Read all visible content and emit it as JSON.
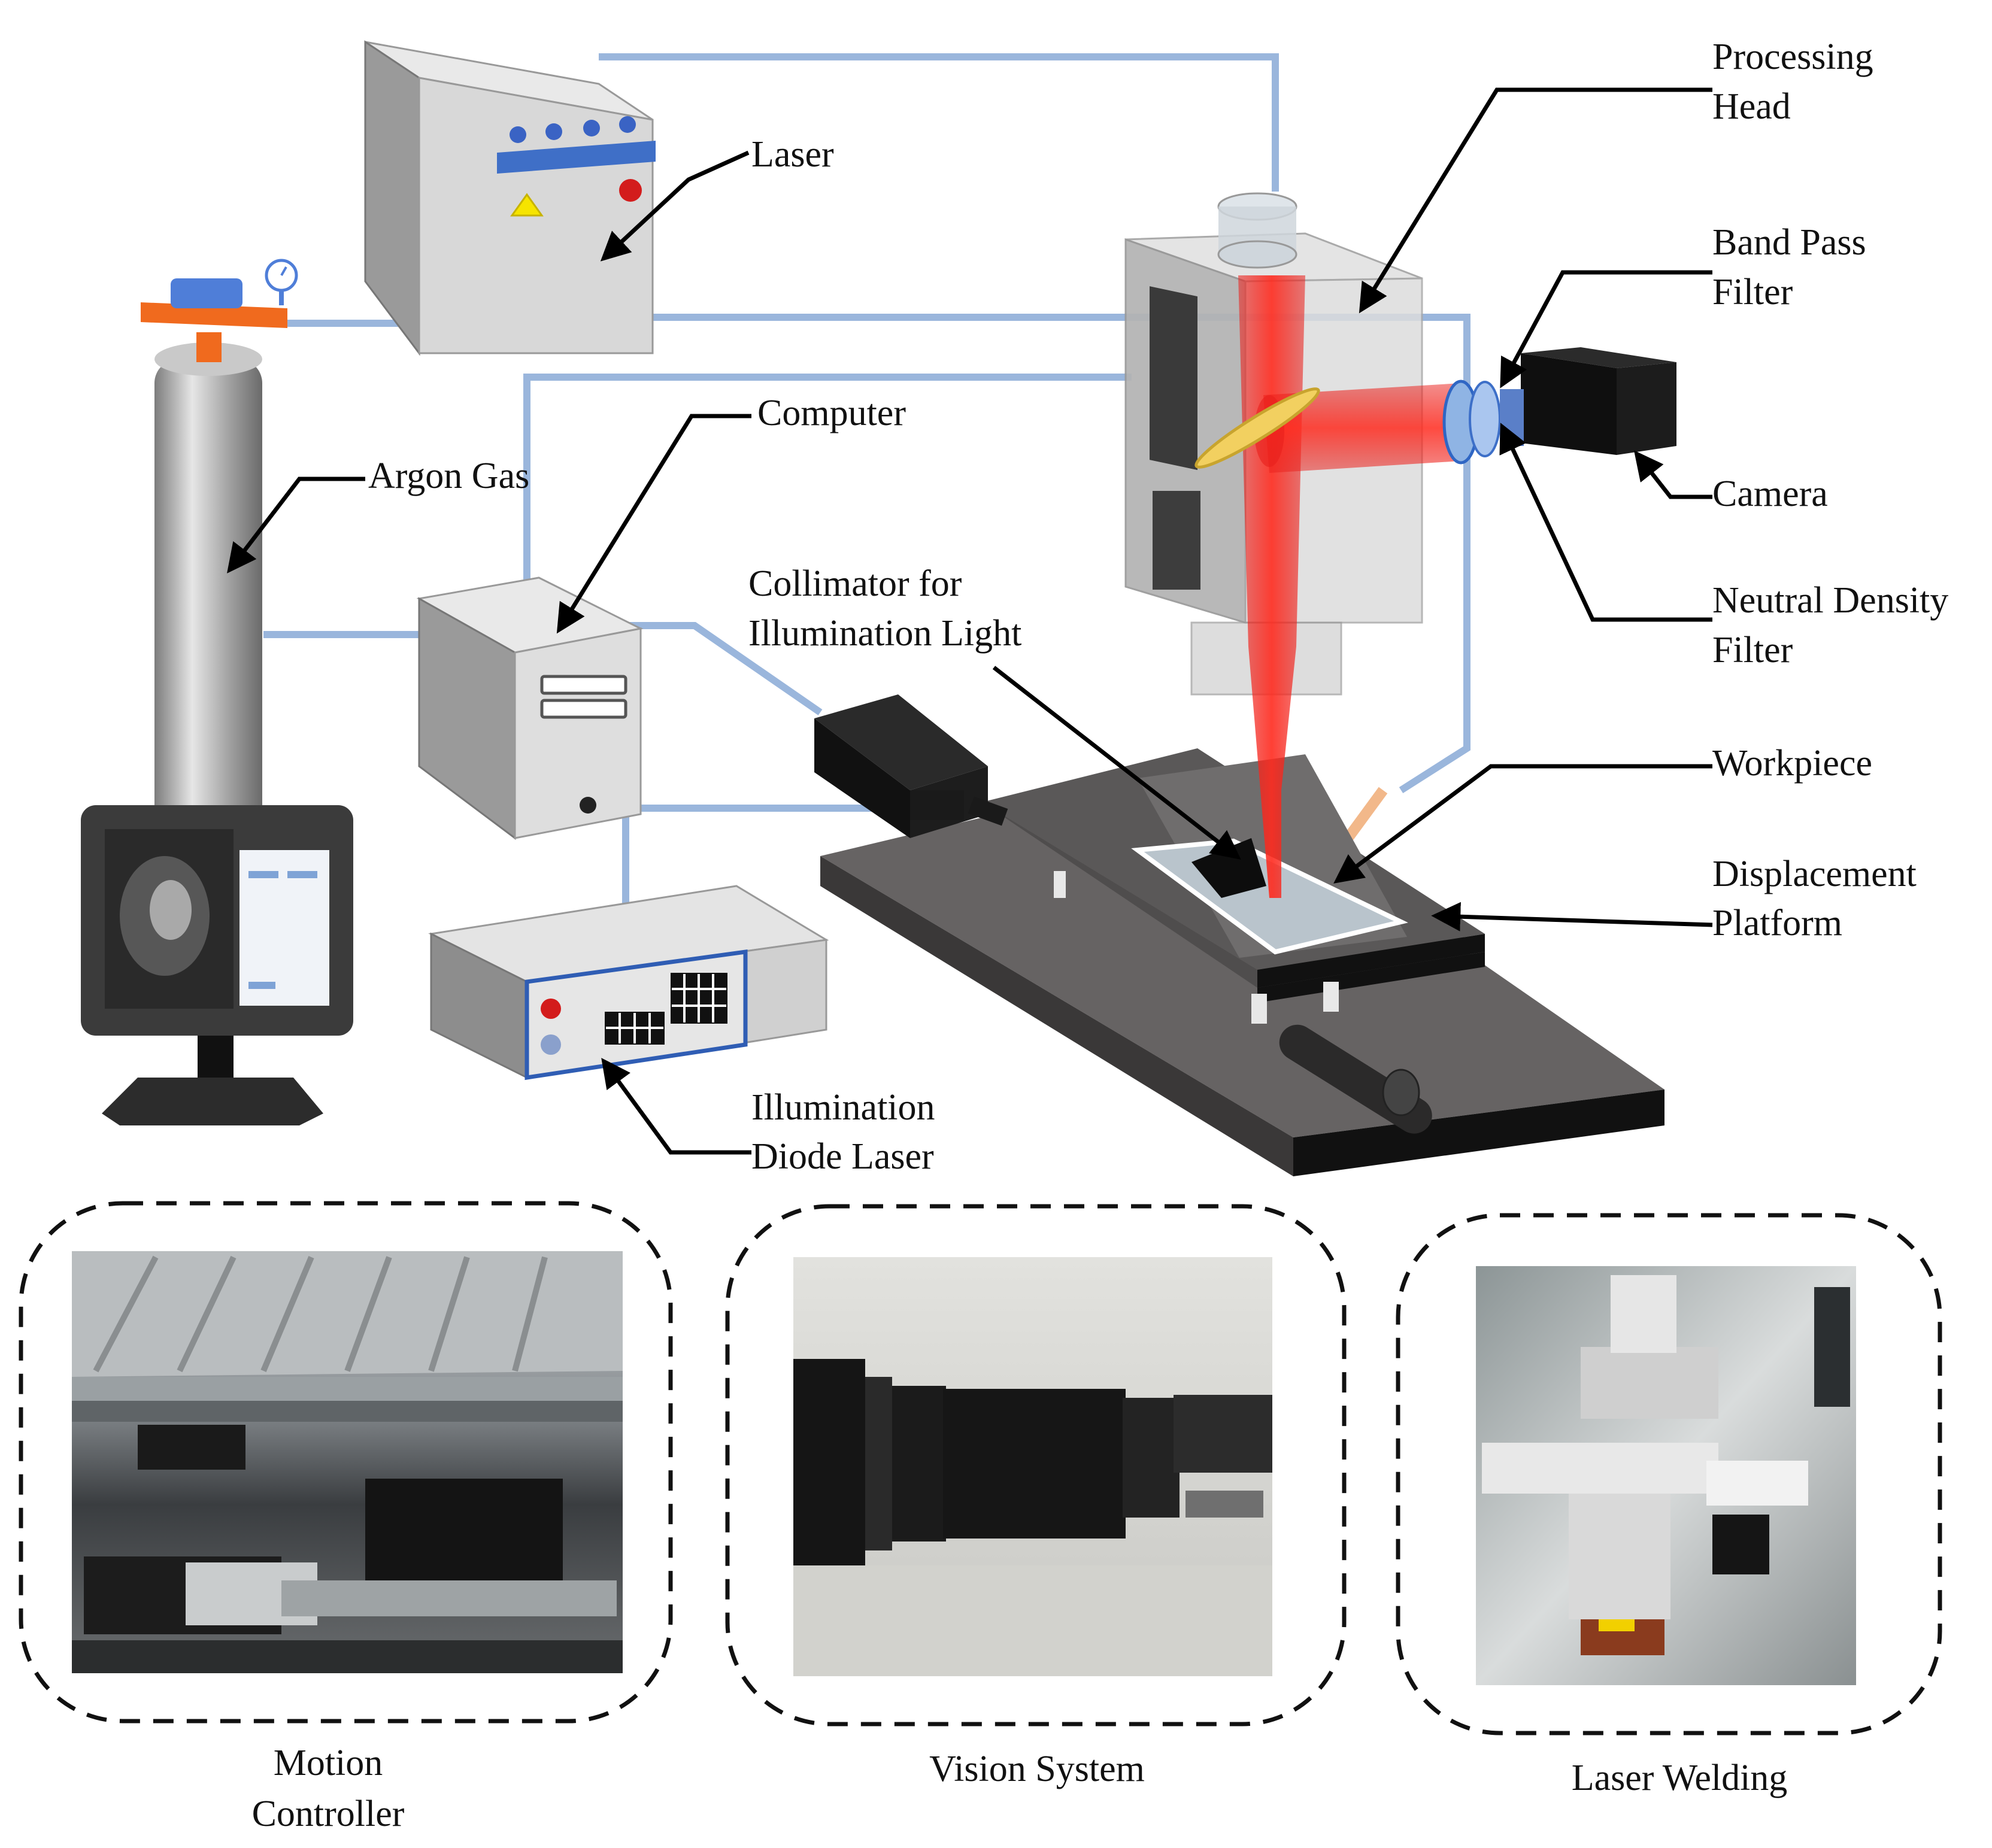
{
  "labels": {
    "laser": "Laser",
    "processing_head_1": "Processing",
    "processing_head_2": "Head",
    "band_pass_1": "Band Pass",
    "band_pass_2": "Filter",
    "camera": "Camera",
    "neutral_density_1": "Neutral Density",
    "neutral_density_2": "Filter",
    "argon_gas": "Argon  Gas",
    "computer": "Computer",
    "collimator_1": "Collimator for",
    "collimator_2": "Illumination Light",
    "workpiece": "Workpiece",
    "displacement_1": "Displacement",
    "displacement_2": "Platform",
    "illumination_1": "Illumination",
    "illumination_2": "Diode Laser"
  },
  "captions": {
    "motion_1": "Motion",
    "motion_2": "Controller",
    "vision": "Vision System",
    "laser_welding": "Laser Welding"
  },
  "colors": {
    "cable": "#9ab6dc",
    "beam": "#e8201c",
    "device_gray": "#d6d6d6",
    "platform_dark": "#4a4848",
    "orange_tap": "#f06a1e",
    "dash": "#111111"
  }
}
